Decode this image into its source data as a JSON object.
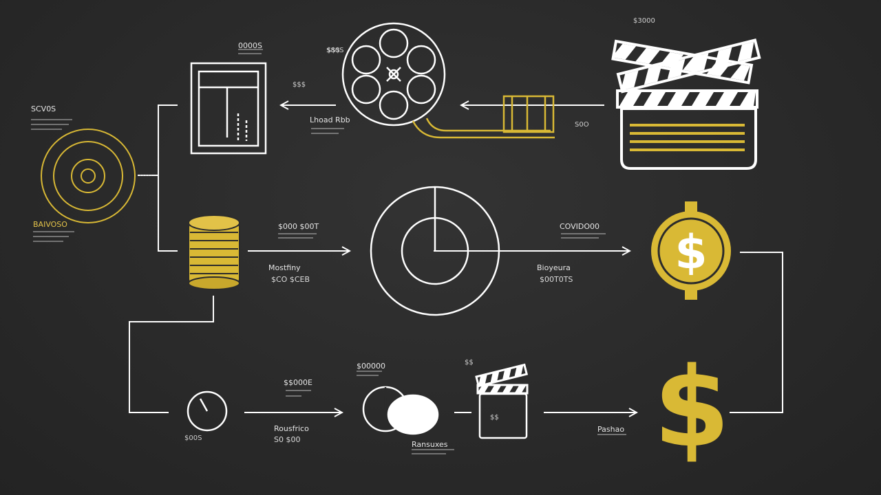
{
  "colors": {
    "background": "#2b2b2b",
    "line": "#ffffff",
    "accent": "#d9b935"
  },
  "labels": {
    "target_top": "SCV0S",
    "target_bottom": "BAIVOSO",
    "document_top": "0000S",
    "document_right": "Lhoad Rbb",
    "reel_top": "$80S",
    "clapper_top": "$3000",
    "clapper_left": "S0O",
    "coins_right_title": "$000 $00T",
    "coins_caption_1": "Mostfiny",
    "coins_caption_2": "$CO $CEB",
    "pie_right_title": "COVIDO00",
    "pie_caption_1": "Bioyeura",
    "pie_caption_2": "$00T0TS",
    "gauge_caption": "$00S",
    "gauge_right_1": "Rousfrico",
    "gauge_right_2": "S0 $00",
    "gauge_right_title": "$$000E",
    "venn_top": "$00000",
    "venn_bottom": "Ransuxes",
    "small_clapper_top": "$$",
    "small_clapper_mid": "$$",
    "final_caption": "Pashao"
  },
  "symbols": {
    "dollar": "$"
  }
}
